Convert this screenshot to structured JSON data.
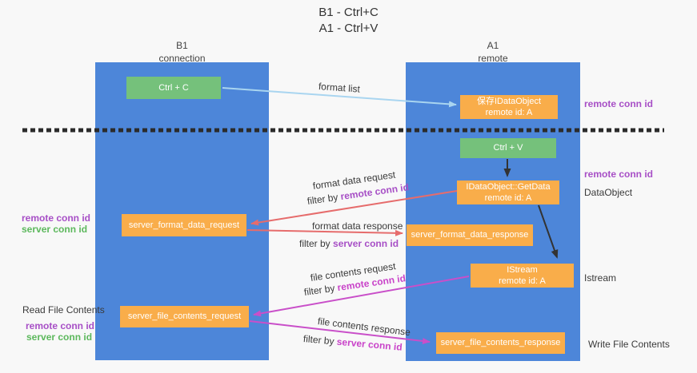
{
  "title": {
    "line1": "B1 - Ctrl+C",
    "line2": "A1 - Ctrl+V"
  },
  "columns": {
    "left": {
      "name": "B1",
      "role": "connection"
    },
    "right": {
      "name": "A1",
      "role": "remote"
    }
  },
  "boxes": {
    "ctrl_c": {
      "label": "Ctrl + C"
    },
    "ctrl_v": {
      "label": "Ctrl + V"
    },
    "save_dataobject": {
      "line1": "保存IDataObject",
      "line2": "remote id: A"
    },
    "getdata": {
      "line1": "IDataObject::GetData",
      "line2": "remote id: A"
    },
    "istream": {
      "line1": "IStream",
      "line2": "remote id: A"
    },
    "server_format_data_request": {
      "label": "server_format_data_request"
    },
    "server_format_data_response": {
      "label": "server_format_data_response"
    },
    "server_file_contents_request": {
      "label": "server_file_contents_request"
    },
    "server_file_contents_response": {
      "label": "server_file_contents_response"
    }
  },
  "flow_labels": {
    "format_list": "format list",
    "format_data_request": "format data request",
    "format_data_response": "format data response",
    "file_contents_request": "file contents request",
    "file_contents_response": "file contents response",
    "filter_by": "filter by",
    "remote_conn_id": "remote conn id",
    "server_conn_id": "server conn id"
  },
  "side_labels": {
    "remote_conn_id_top": "remote conn id",
    "remote_conn_id_mid": "remote conn id",
    "dataobject": "DataObject",
    "istream": "Istream",
    "write_file_contents": "Write File Contents",
    "read_file_contents": "Read File Contents",
    "left_remote_conn_id_1": "remote conn id",
    "left_server_conn_id_1": "server conn id",
    "left_remote_conn_id_2": "remote conn id",
    "left_server_conn_id_2": "server conn id"
  },
  "colors": {
    "column_blue": "#4d86d9",
    "box_green": "#75c17b",
    "box_orange": "#f9ad4a",
    "arrow_lightblue": "#a9d5f0",
    "arrow_red": "#e66c6c",
    "arrow_magenta": "#c94fc9",
    "arrow_black": "#333333",
    "dashed_divider": "#2b2b2b",
    "text_purple": "#a74fc6",
    "text_green": "#5cb85c",
    "text_magenta": "#c943c9"
  }
}
